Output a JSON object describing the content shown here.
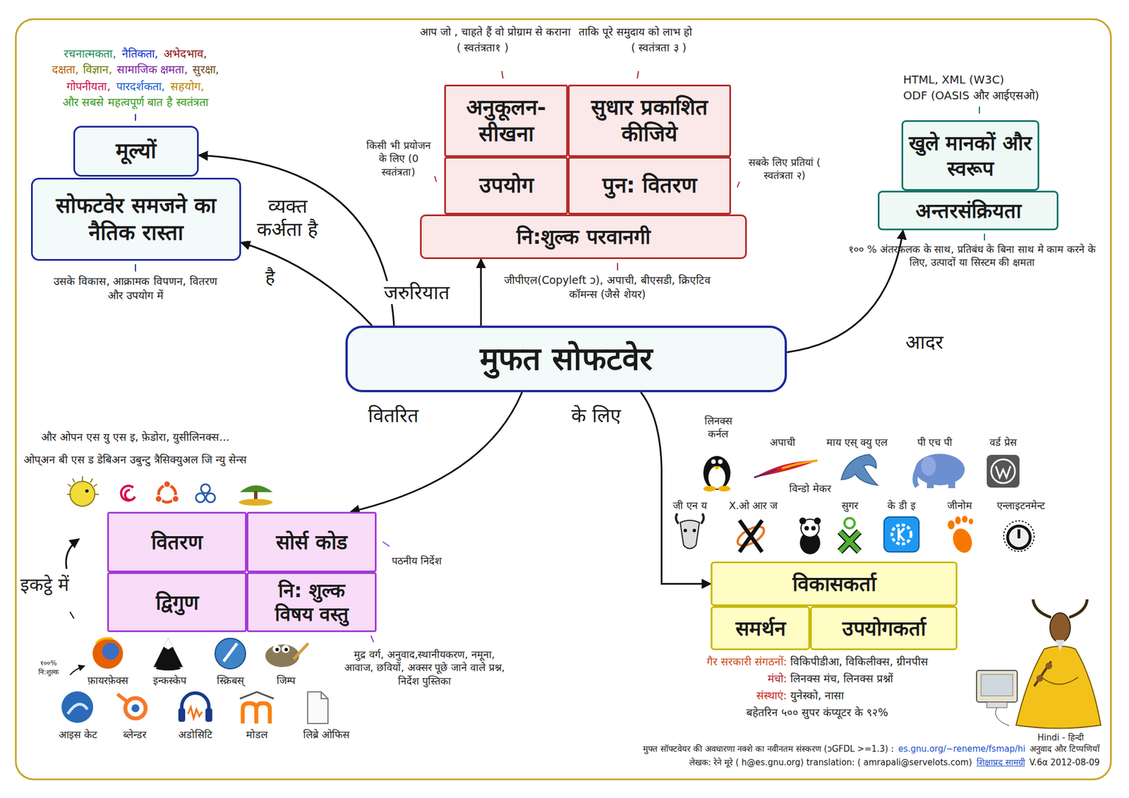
{
  "diagram": {
    "nodes": [
      {
        "text": [
          "मुफत सोफटवेर"
        ]
      },
      {
        "text": [
          "मूल्यों"
        ]
      },
      {
        "text": [
          "सोफटवेर समजने का नैतिक रास्ता"
        ]
      },
      {
        "text": [
          "अनुकूलन- सीखना"
        ]
      },
      {
        "text": [
          "सुधार प्रकाशित कीजिये"
        ]
      },
      {
        "text": [
          "उपयोग"
        ]
      },
      {
        "text": [
          "पुन: वितरण"
        ]
      },
      {
        "text": [
          "नि:शुल्क परवानगी"
        ]
      },
      {
        "text": [
          "खुले मानकों और स्वरूप"
        ]
      },
      {
        "text": [
          "अन्तरसंक्रियता"
        ]
      },
      {
        "text": [
          "वितरण"
        ]
      },
      {
        "text": [
          "सोर्स कोड"
        ]
      },
      {
        "text": [
          "द्विगुण"
        ]
      },
      {
        "text": [
          "नि: शुल्क विषय वस्तु"
        ]
      },
      {
        "text": [
          "विकासकर्ता"
        ]
      },
      {
        "text": [
          "समर्थन"
        ]
      },
      {
        "text": [
          "उपयोगकर्ता"
        ]
      }
    ],
    "edges": [
      {
        "from": 0,
        "to": 1,
        "label": "व्यक्त कर्अता है",
        "arrow": "to"
      },
      {
        "from": 0,
        "to": 2,
        "label": "है",
        "arrow": "to"
      },
      {
        "from": 0,
        "to": 7,
        "label": "जरुरियात",
        "arrow": "to"
      },
      {
        "from": 0,
        "to": 9,
        "label": "आदर",
        "arrow": "to"
      },
      {
        "from": 0,
        "to": 11,
        "label": "वितरित",
        "arrow": "to"
      },
      {
        "from": 0,
        "to": 14,
        "label": "के लिए",
        "arrow": "to"
      }
    ],
    "labels": [
      "रचनात्मकता,",
      "नैतिकता,",
      "अभेदभाव,",
      "दक्षता,",
      "विज्ञान,",
      "सामाजिक क्षमता,",
      "सुरक्षा,",
      "गोपनीयता,",
      "पारदर्शकता,",
      "सहयोग,",
      "और सबसे महत्वपूर्ण बात है स्वतंत्रता",
      "उसके विकास, आक्रामक विपणन, वितरण और उपयोग में",
      "आप जो , चाहते हैं वो प्रोग्राम से कराना",
      "( स्वतंत्रता१ )",
      "ताकि पूरे समुदाय को लाभ हो",
      "( स्वतंत्रता ३ )",
      "किसी भी प्रयोजन के लिए (0 स्वतंत्रता)",
      "सबके लिए प्रतियां ( स्वतंत्रता २)",
      "जीपीएल(Copyleft ↄ), अपाची, बीएसडी, क्रिएटिव कॉमन्स (जैसे शेयर)",
      "HTML, XML (W3C)",
      "ODF (OASIS और आईएसओ)",
      "१०० % अंतरफलक के साथ, प्रतिबंध के बिना साथ मे काम करने के लिए, उत्पादों या सिस्टम की क्षमता",
      "और ओपन एस यु एस इ, फ़ेडोरा, युसीलिनक्स...",
      "ओप्अन बी एस ड डेबिअन उबुन्टु त्रैसिक्युअल जि न्यु सेन्स",
      "पठनीय निर्देश",
      "मुद्र वर्ग, अनुवाद,स्थानीयकरण, नमूना, आवाज, छवियों, अक्सर पूछे जाने वाले प्रश्न, निर्देश पुस्तिका",
      "इकट्ठे में",
      "१००% नि:शुल्क",
      "फ़ायरफ़ेक्स",
      "इन्कस्केप",
      "स्क्रिबस्",
      "जिम्प",
      "आइस केट",
      "ब्लेन्डर",
      "अडोसिटि",
      "मोडल",
      "लिब्रे ओफिस",
      "लिनक्स कर्नल",
      "अपाची",
      "माय एस् क्यु एल",
      "पी एच पी",
      "वर्ड प्रेस",
      "जी एन य",
      "X.ओ आर ज",
      "विन्डो मेकर",
      "सुगर",
      "के डी इ",
      "जीनोम",
      "एन्लाइटनमेन्ट",
      "गैर सरकारी संगठनों:",
      "विकिपीडीआ, विकिलीक्स, ग्रीनपीस",
      "मंचो:",
      "लिनक्स मंच, लिनक्स प्रश्नों",
      "संस्थाएं:",
      "युनेस्को, नासा",
      "बहेतरिन ५०० सुपर कंप्यूटर के ९२%",
      "Hindi - हिन्दी",
      "मुफ्त सॉफ्टवेयर की अवधारणा नक्शे का नवीनतम संस्करण (ↄGFDL >=1.3) :",
      "es.gnu.org/~reneme/fsmap/hi",
      "अनुवाद और टिप्पणियाँ",
      "लेखक: रेने मूरे ( h@es.gnu.org) translation: ( amrapali@servelots.com)",
      "शिक्षाप्रद सामग्री",
      "V.6α 2012-08-09"
    ]
  }
}
